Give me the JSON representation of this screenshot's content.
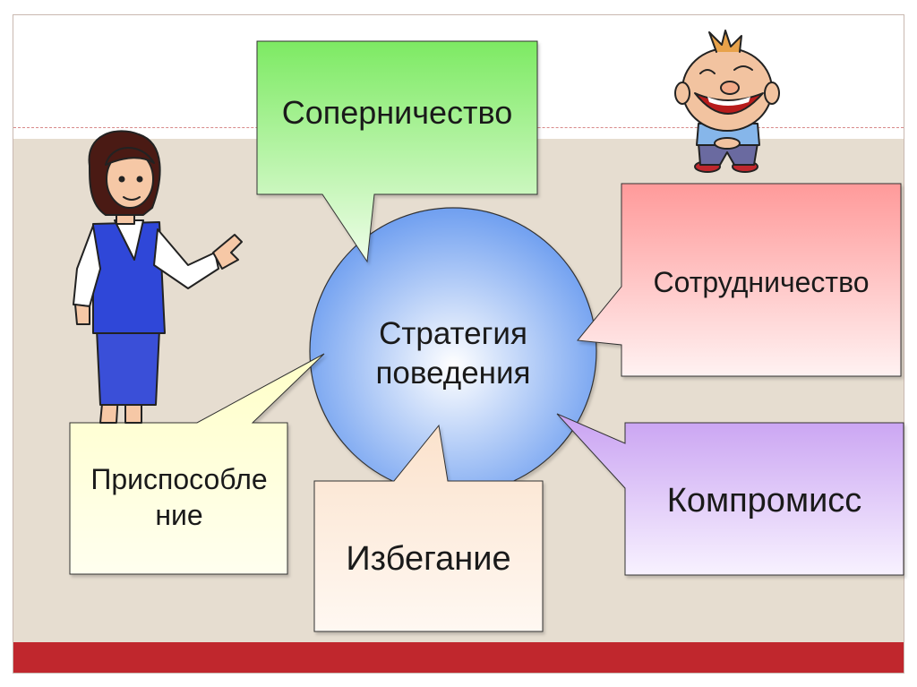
{
  "diagram": {
    "center": {
      "label": "Стратегия поведения"
    },
    "boxes": {
      "rivalry": "Соперничество",
      "cooperation": "Сотрудничество",
      "compromise": "Компромисс",
      "avoidance": "Избегание",
      "accommodation": "Приспособле ние"
    },
    "colors": {
      "rivalry_top": "#7dea63",
      "rivalry_bottom": "#eefde8",
      "cooperation_top": "#ff9a9a",
      "cooperation_bottom": "#fff2f2",
      "compromise_top": "#c9a2f2",
      "compromise_bottom": "#f8f2ff",
      "avoidance_top": "#fbe2cc",
      "avoidance_bottom": "#fff8f2",
      "accommodation_top": "#ffffc8",
      "accommodation_bottom": "#ffffef",
      "circle_center": "#ffffff",
      "circle_edge": "#6f9ff0",
      "frame_band": "#c0272d",
      "background": "#e6ddd0"
    }
  },
  "figures": {
    "left": "woman-teacher",
    "right": "laughing-boy"
  }
}
